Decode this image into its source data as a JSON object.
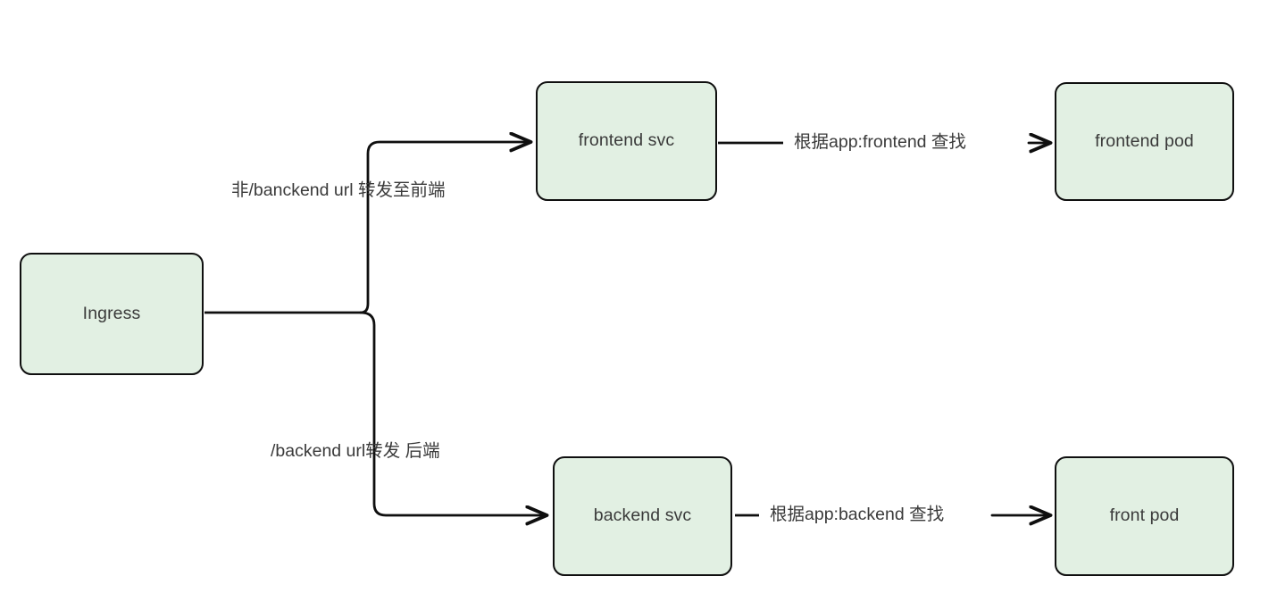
{
  "diagram": {
    "title": "Ingress routing to frontend and backend services",
    "background_color": "#ffffff",
    "node_fill_color": "#e2f0e3",
    "node_stroke_color": "#0f0f0f",
    "text_color": "#3a3a3a",
    "edge_color": "#0f0f0f"
  },
  "nodes": {
    "ingress": {
      "label": "Ingress"
    },
    "frontend_svc": {
      "label": "frontend svc"
    },
    "frontend_pod": {
      "label": "frontend pod"
    },
    "backend_svc": {
      "label": "backend svc"
    },
    "front_pod": {
      "label": "front pod"
    }
  },
  "edges": {
    "ingress_to_frontend_svc": {
      "label": "非/banckend url 转发至前端"
    },
    "ingress_to_backend_svc": {
      "label": "/backend url转发 后端"
    },
    "frontend_svc_to_pod": {
      "label": "根据app:frontend 查找"
    },
    "backend_svc_to_pod": {
      "label": "根据app:backend 查找"
    }
  },
  "icons": {
    "arrow_right": "arrow-right-icon",
    "line_segment": "line-segment-icon"
  }
}
